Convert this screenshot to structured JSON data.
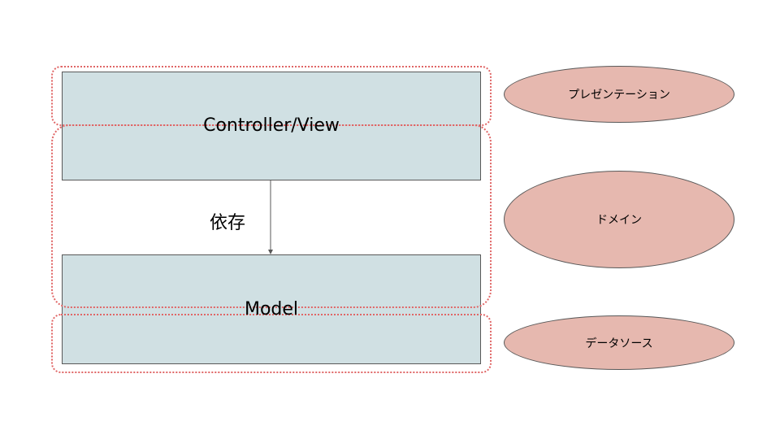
{
  "boxes": {
    "controller_view": "Controller/View",
    "model": "Model"
  },
  "arrow": {
    "label": "依存"
  },
  "layers": {
    "presentation": "プレゼンテーション",
    "domain": "ドメイン",
    "datasource": "データソース"
  },
  "colors": {
    "box_fill": "#d0e0e3",
    "box_border": "#595959",
    "layer_fill": "#e6b8af",
    "dotted_border": "#e06666"
  }
}
